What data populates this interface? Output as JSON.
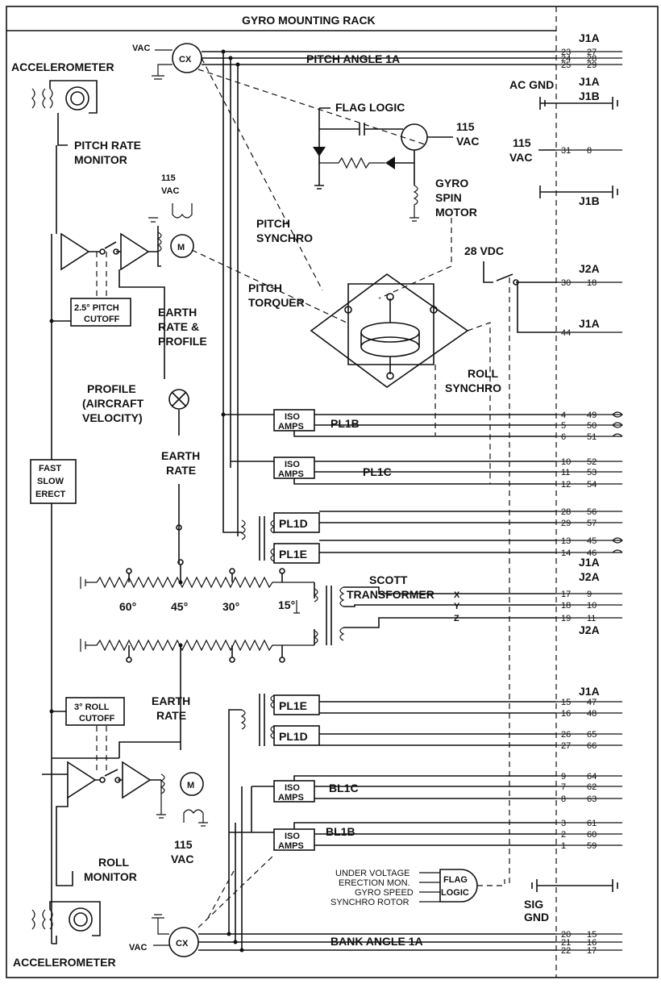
{
  "title": "GYRO MOUNTING RACK",
  "labels": {
    "accel_top": "ACCELEROMETER",
    "accel_bottom": "ACCELEROMETER",
    "pitch_rate_1": "PITCH RATE",
    "pitch_rate_2": "MONITOR",
    "vac_top": "VAC",
    "vac_bottom": "VAC",
    "cx_top": "CX",
    "cx_bottom": "CX",
    "pitch_angle": "PITCH ANGLE 1A",
    "bank_angle": "BANK ANGLE 1A",
    "flag_logic_top": "FLAG LOGIC",
    "v115_1": "115",
    "vac_1": "VAC",
    "gyro_1": "GYRO",
    "gyro_2": "SPIN",
    "gyro_3": "MOTOR",
    "v115_2": "115",
    "vac_2": "VAC",
    "m_top": "M",
    "m_bottom": "M",
    "pitch_synchro_1": "PITCH",
    "pitch_synchro_2": "SYNCHRO",
    "pitch_torquer_1": "PITCH",
    "pitch_torquer_2": "TORQUER",
    "pitch_cutoff_1": "2.5° PITCH",
    "pitch_cutoff_2": "CUTOFF",
    "earth_rate_profile_1": "EARTH",
    "earth_rate_profile_2": "RATE &",
    "earth_rate_profile_3": "PROFILE",
    "profile_1": "PROFILE",
    "profile_2": "(AIRCRAFT",
    "profile_3": "VELOCITY)",
    "earth_rate_1a": "EARTH",
    "earth_rate_1b": "RATE",
    "earth_rate_2a": "EARTH",
    "earth_rate_2b": "RATE",
    "fast_1": "FAST",
    "fast_2": "SLOW",
    "fast_3": "ERECT",
    "roll_synchro_1": "ROLL",
    "roll_synchro_2": "SYNCHRO",
    "iso_1": "ISO",
    "iso_2": "AMPS",
    "pl1b": "PL1B",
    "pl1c": "PL1C",
    "pl1d": "PL1D",
    "pl1e": "PL1E",
    "pl1e_b": "PL1E",
    "pl1d_b": "PL1D",
    "bl1c": "BL1C",
    "bl1b": "BL1B",
    "scott_1": "SCOTT",
    "scott_2": "TRANSFORMER",
    "deg60": "60°",
    "deg45": "45°",
    "deg30": "30°",
    "deg15": "15°",
    "roll_cutoff_1": "3° ROLL",
    "roll_cutoff_2": "CUTOFF",
    "roll_monitor_1": "ROLL",
    "roll_monitor_2": "MONITOR",
    "v115_3": "115",
    "vac_3": "VAC",
    "v115_4": "115",
    "vac_4": "VAC",
    "ac_gnd": "AC GND",
    "sig_gnd_1": "SIG",
    "sig_gnd_2": "GND",
    "vdc28": "28 VDC",
    "flag_logic_1": "FLAG",
    "flag_logic_2": "LOGIC",
    "under_voltage": "UNDER VOLTAGE",
    "erection_mon": "ERECTION MON.",
    "gyro_speed": "GYRO SPEED",
    "synchro_rotor": "SYNCHRO ROTOR",
    "x": "X",
    "y": "Y",
    "z": "Z"
  },
  "connectors": {
    "j1a_1": "J1A",
    "j1a_2": "J1A",
    "j1b_1": "J1B",
    "j1b_2": "J1B",
    "j2a_1": "J2A",
    "j1a_3": "J1A",
    "j1a_4": "J1A",
    "j2a_2": "J2A",
    "j2a_3": "J2A",
    "j1a_5": "J1A"
  },
  "pins": [
    {
      "a": "23",
      "b": "27"
    },
    {
      "a": "24",
      "b": "28"
    },
    {
      "a": "25",
      "b": "29"
    },
    {
      "a": "31",
      "b": "8"
    },
    {
      "a": "30",
      "b": "18"
    },
    {
      "a": "44",
      "b": ""
    },
    {
      "a": "4",
      "b": "49"
    },
    {
      "a": "5",
      "b": "50"
    },
    {
      "a": "6",
      "b": "51"
    },
    {
      "a": "10",
      "b": "52"
    },
    {
      "a": "11",
      "b": "53"
    },
    {
      "a": "12",
      "b": "54"
    },
    {
      "a": "28",
      "b": "56"
    },
    {
      "a": "29",
      "b": "57"
    },
    {
      "a": "13",
      "b": "45"
    },
    {
      "a": "14",
      "b": "46"
    },
    {
      "a": "17",
      "b": "9"
    },
    {
      "a": "18",
      "b": "10"
    },
    {
      "a": "19",
      "b": "11"
    },
    {
      "a": "15",
      "b": "47"
    },
    {
      "a": "16",
      "b": "48"
    },
    {
      "a": "26",
      "b": "65"
    },
    {
      "a": "27",
      "b": "66"
    },
    {
      "a": "9",
      "b": "64"
    },
    {
      "a": "7",
      "b": "62"
    },
    {
      "a": "8",
      "b": "63"
    },
    {
      "a": "3",
      "b": "61"
    },
    {
      "a": "2",
      "b": "60"
    },
    {
      "a": "1",
      "b": "59"
    },
    {
      "a": "20",
      "b": "15"
    },
    {
      "a": "21",
      "b": "16"
    },
    {
      "a": "22",
      "b": "17"
    }
  ]
}
